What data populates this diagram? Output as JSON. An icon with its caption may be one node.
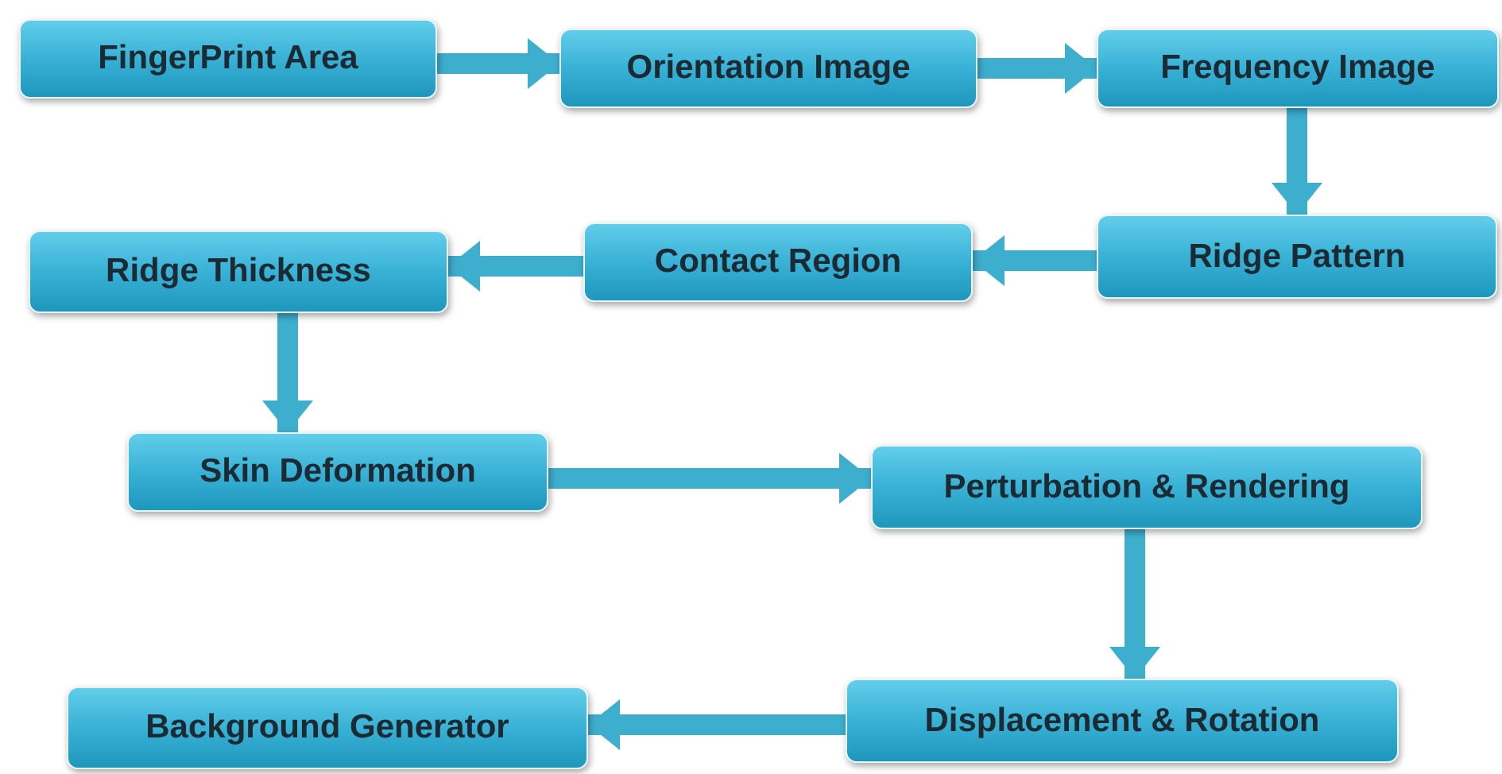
{
  "diagram": {
    "nodes": [
      {
        "text": [
          "FingerPrint Area"
        ]
      },
      {
        "text": [
          "Orientation Image"
        ]
      },
      {
        "text": [
          "Frequency Image"
        ]
      },
      {
        "text": [
          "Ridge Pattern"
        ]
      },
      {
        "text": [
          "Contact Region"
        ]
      },
      {
        "text": [
          "Ridge Thickness"
        ]
      },
      {
        "text": [
          "Skin Deformation"
        ]
      },
      {
        "text": [
          "Perturbation & Rendering"
        ]
      },
      {
        "text": [
          "Displacement & Rotation"
        ]
      },
      {
        "text": [
          "Background Generator"
        ]
      }
    ],
    "edges": [
      {
        "from": 0,
        "to": 1,
        "arrow": "to"
      },
      {
        "from": 1,
        "to": 2,
        "arrow": "to"
      },
      {
        "from": 2,
        "to": 3,
        "arrow": "to"
      },
      {
        "from": 3,
        "to": 4,
        "arrow": "to"
      },
      {
        "from": 4,
        "to": 5,
        "arrow": "to"
      },
      {
        "from": 5,
        "to": 6,
        "arrow": "to"
      },
      {
        "from": 6,
        "to": 7,
        "arrow": "to"
      },
      {
        "from": 7,
        "to": 8,
        "arrow": "to"
      },
      {
        "from": 8,
        "to": 9,
        "arrow": "to"
      }
    ]
  }
}
